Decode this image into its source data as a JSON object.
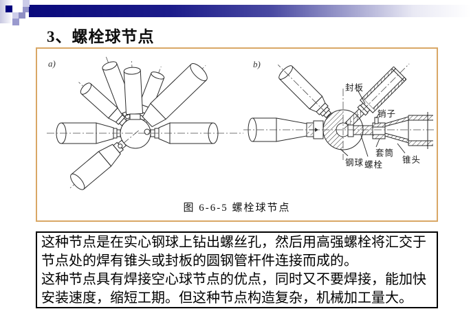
{
  "slide": {
    "title": "3、螺栓球节点"
  },
  "figure": {
    "label_a": "a)",
    "label_b": "b)",
    "caption": "图 6-6-5  螺栓球节点",
    "part_labels": {
      "fengban": "封板",
      "xiaozi": "销子",
      "taotong": "套筒",
      "zhuitou": "锥头",
      "gangqiu": "钢球",
      "luoshuan": "螺栓"
    }
  },
  "description": {
    "lines": [
      "这种节点是在实心钢球上钻出螺丝孔，然后用高强螺栓将汇交于",
      "节点处的焊有锥头或封板的圆钢管杆件连接而成的。",
      "这种节点具有焊接空心球节点的优点，同时又不要焊接，能加快",
      "安装速度，缩短工期。但这种节点构造复杂，机械加工量大。"
    ]
  },
  "colors": {
    "accent_navy": "#0a0a7c",
    "deco_purple": "#9595ca",
    "deco_lavender": "#cbcbe8",
    "figure_border_tan": "#d9a765",
    "text_border": "#000000"
  }
}
